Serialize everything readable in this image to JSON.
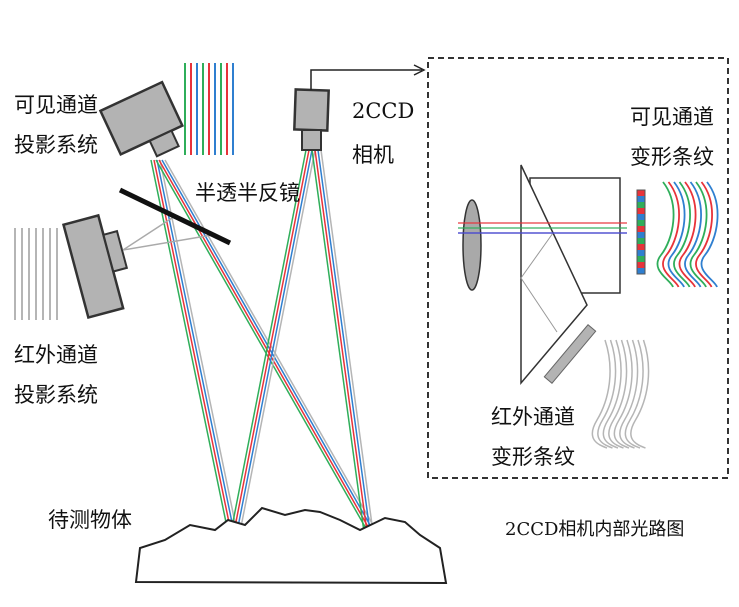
{
  "labels": {
    "visible_projector": [
      "可见通道",
      "投影系统"
    ],
    "ir_projector": [
      "红外通道",
      "投影系统"
    ],
    "mirror": "半透半反镜",
    "camera": [
      "2CCD",
      "相机"
    ],
    "object": "待测物体",
    "visible_fringe": [
      "可见通道",
      "变形条纹"
    ],
    "ir_fringe": [
      "红外通道",
      "变形条纹"
    ],
    "inset_caption": "2CCD相机内部光路图"
  },
  "colors": {
    "red": "#e8333a",
    "green": "#2fae5a",
    "blue": "#2f7fd0",
    "gray": "#b5b5b5",
    "device": "#b3b3b3"
  }
}
